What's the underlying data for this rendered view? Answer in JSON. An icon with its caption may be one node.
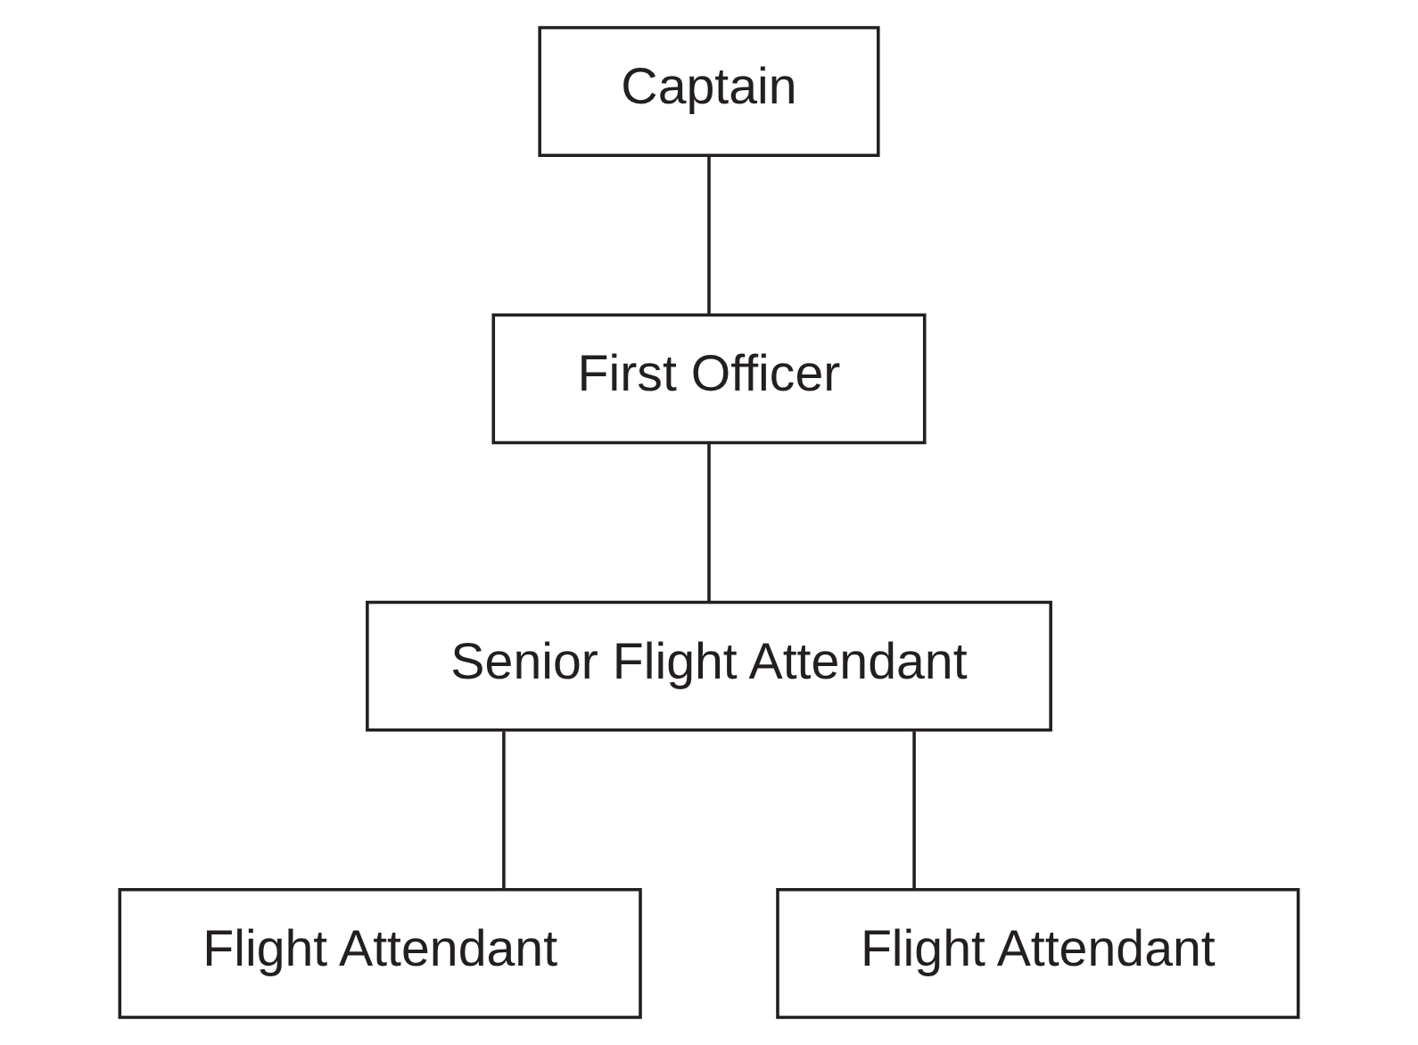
{
  "diagram": {
    "nodes": [
      {
        "text": [
          "Captain"
        ]
      },
      {
        "text": [
          "First Officer"
        ]
      },
      {
        "text": [
          "Senior Flight Attendant"
        ]
      },
      {
        "text": [
          "Flight Attendant"
        ]
      },
      {
        "text": [
          "Flight Attendant"
        ]
      }
    ],
    "edges": [
      {
        "from": 0,
        "to": 1,
        "arrow": "none"
      },
      {
        "from": 1,
        "to": 2,
        "arrow": "none"
      },
      {
        "from": 2,
        "to": 3,
        "arrow": "none"
      },
      {
        "from": 2,
        "to": 4,
        "arrow": "none"
      }
    ]
  }
}
